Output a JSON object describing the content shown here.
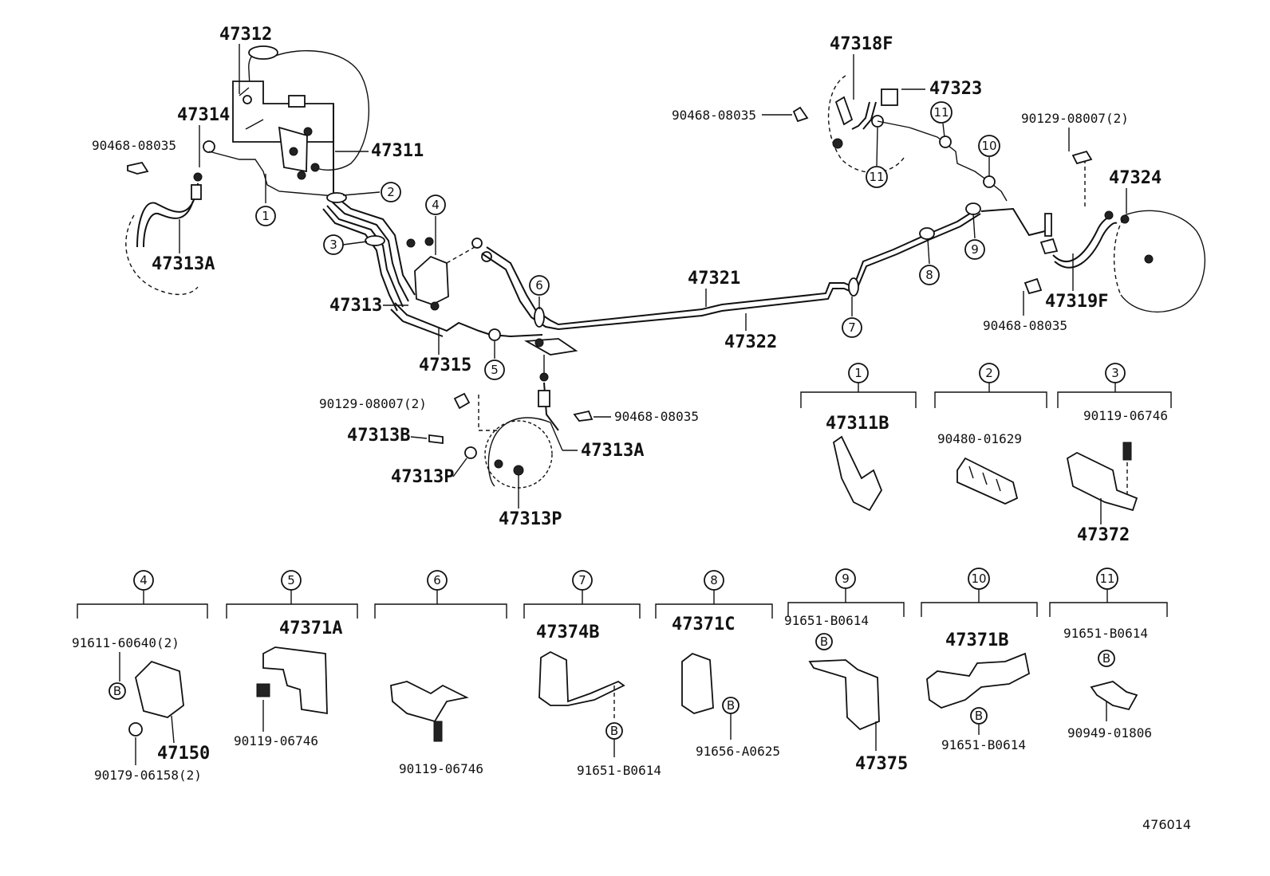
{
  "labels": {
    "p47312": "47312",
    "p47314": "47314",
    "p90468_a": "90468-08035",
    "p47311": "47311",
    "p47313A_top": "47313A",
    "p47313": "47313",
    "p47315": "47315",
    "p90129_left": "90129-08007(2)",
    "p47313B": "47313B",
    "p47313P_a": "47313P",
    "p47313P_b": "47313P",
    "p47313A_mid": "47313A",
    "p90468_mid": "90468-08035",
    "p47321": "47321",
    "p47322": "47322",
    "p47318F": "47318F",
    "p47323": "47323",
    "p90468_right": "90468-08035",
    "p90129_right": "90129-08007(2)",
    "p47324": "47324",
    "p47319F": "47319F",
    "p90468_br": "90468-08035"
  },
  "callouts": [
    "1",
    "2",
    "3",
    "4",
    "5",
    "6",
    "7",
    "8",
    "9",
    "10",
    "11"
  ],
  "detail_groups": [
    {
      "num": "1",
      "parts": [
        "47311B"
      ]
    },
    {
      "num": "2",
      "parts": [
        "90480-01629"
      ]
    },
    {
      "num": "3",
      "parts": [
        "90119-06746",
        "47372"
      ]
    },
    {
      "num": "4",
      "parts": [
        "91611-60640(2)",
        "47150",
        "90179-06158(2)"
      ]
    },
    {
      "num": "5",
      "parts": [
        "47371A",
        "90119-06746"
      ]
    },
    {
      "num": "6",
      "parts": [
        "90119-06746"
      ]
    },
    {
      "num": "7",
      "parts": [
        "47374B",
        "91651-B0614"
      ]
    },
    {
      "num": "8",
      "parts": [
        "47371C",
        "91656-A0625"
      ]
    },
    {
      "num": "9",
      "parts": [
        "91651-B0614",
        "47375"
      ]
    },
    {
      "num": "10",
      "parts": [
        "47371B",
        "91651-B0614"
      ]
    },
    {
      "num": "11",
      "parts": [
        "91651-B0614",
        "90949-01806"
      ]
    }
  ],
  "bolt_mark": "B",
  "figure_id": "476014"
}
